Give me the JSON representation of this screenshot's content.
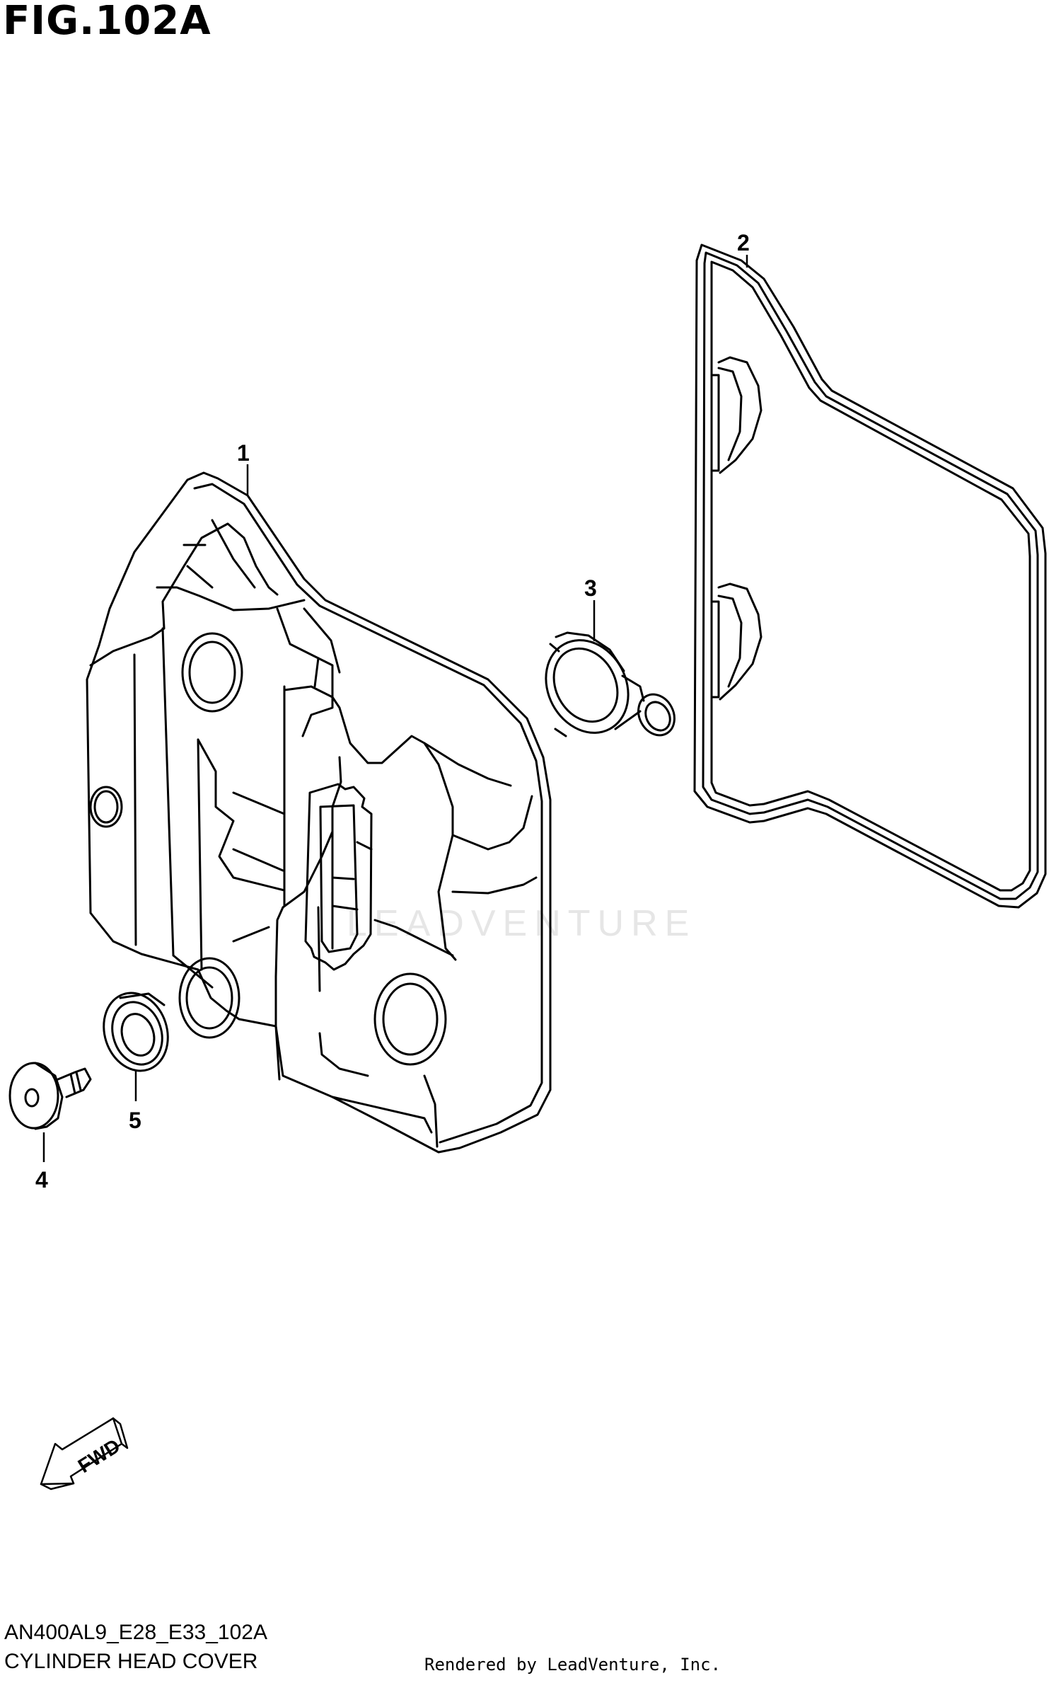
{
  "figure": {
    "title": "FIG.102A",
    "code": "AN400AL9_E28_E33_102A",
    "name": "CYLINDER HEAD COVER"
  },
  "parts": [
    {
      "ref": "1",
      "depiction": "cylinder head cover"
    },
    {
      "ref": "2",
      "depiction": "gasket"
    },
    {
      "ref": "3",
      "depiction": "plug seal"
    },
    {
      "ref": "4",
      "depiction": "bolt"
    },
    {
      "ref": "5",
      "depiction": "washer seal"
    }
  ],
  "fwd_label": "FWD",
  "watermark": "LEADVENTURE",
  "credit": "Rendered by LeadVenture, Inc.",
  "colors": {
    "line": "#000000",
    "background": "#ffffff",
    "watermark": "#e6e6e6"
  }
}
